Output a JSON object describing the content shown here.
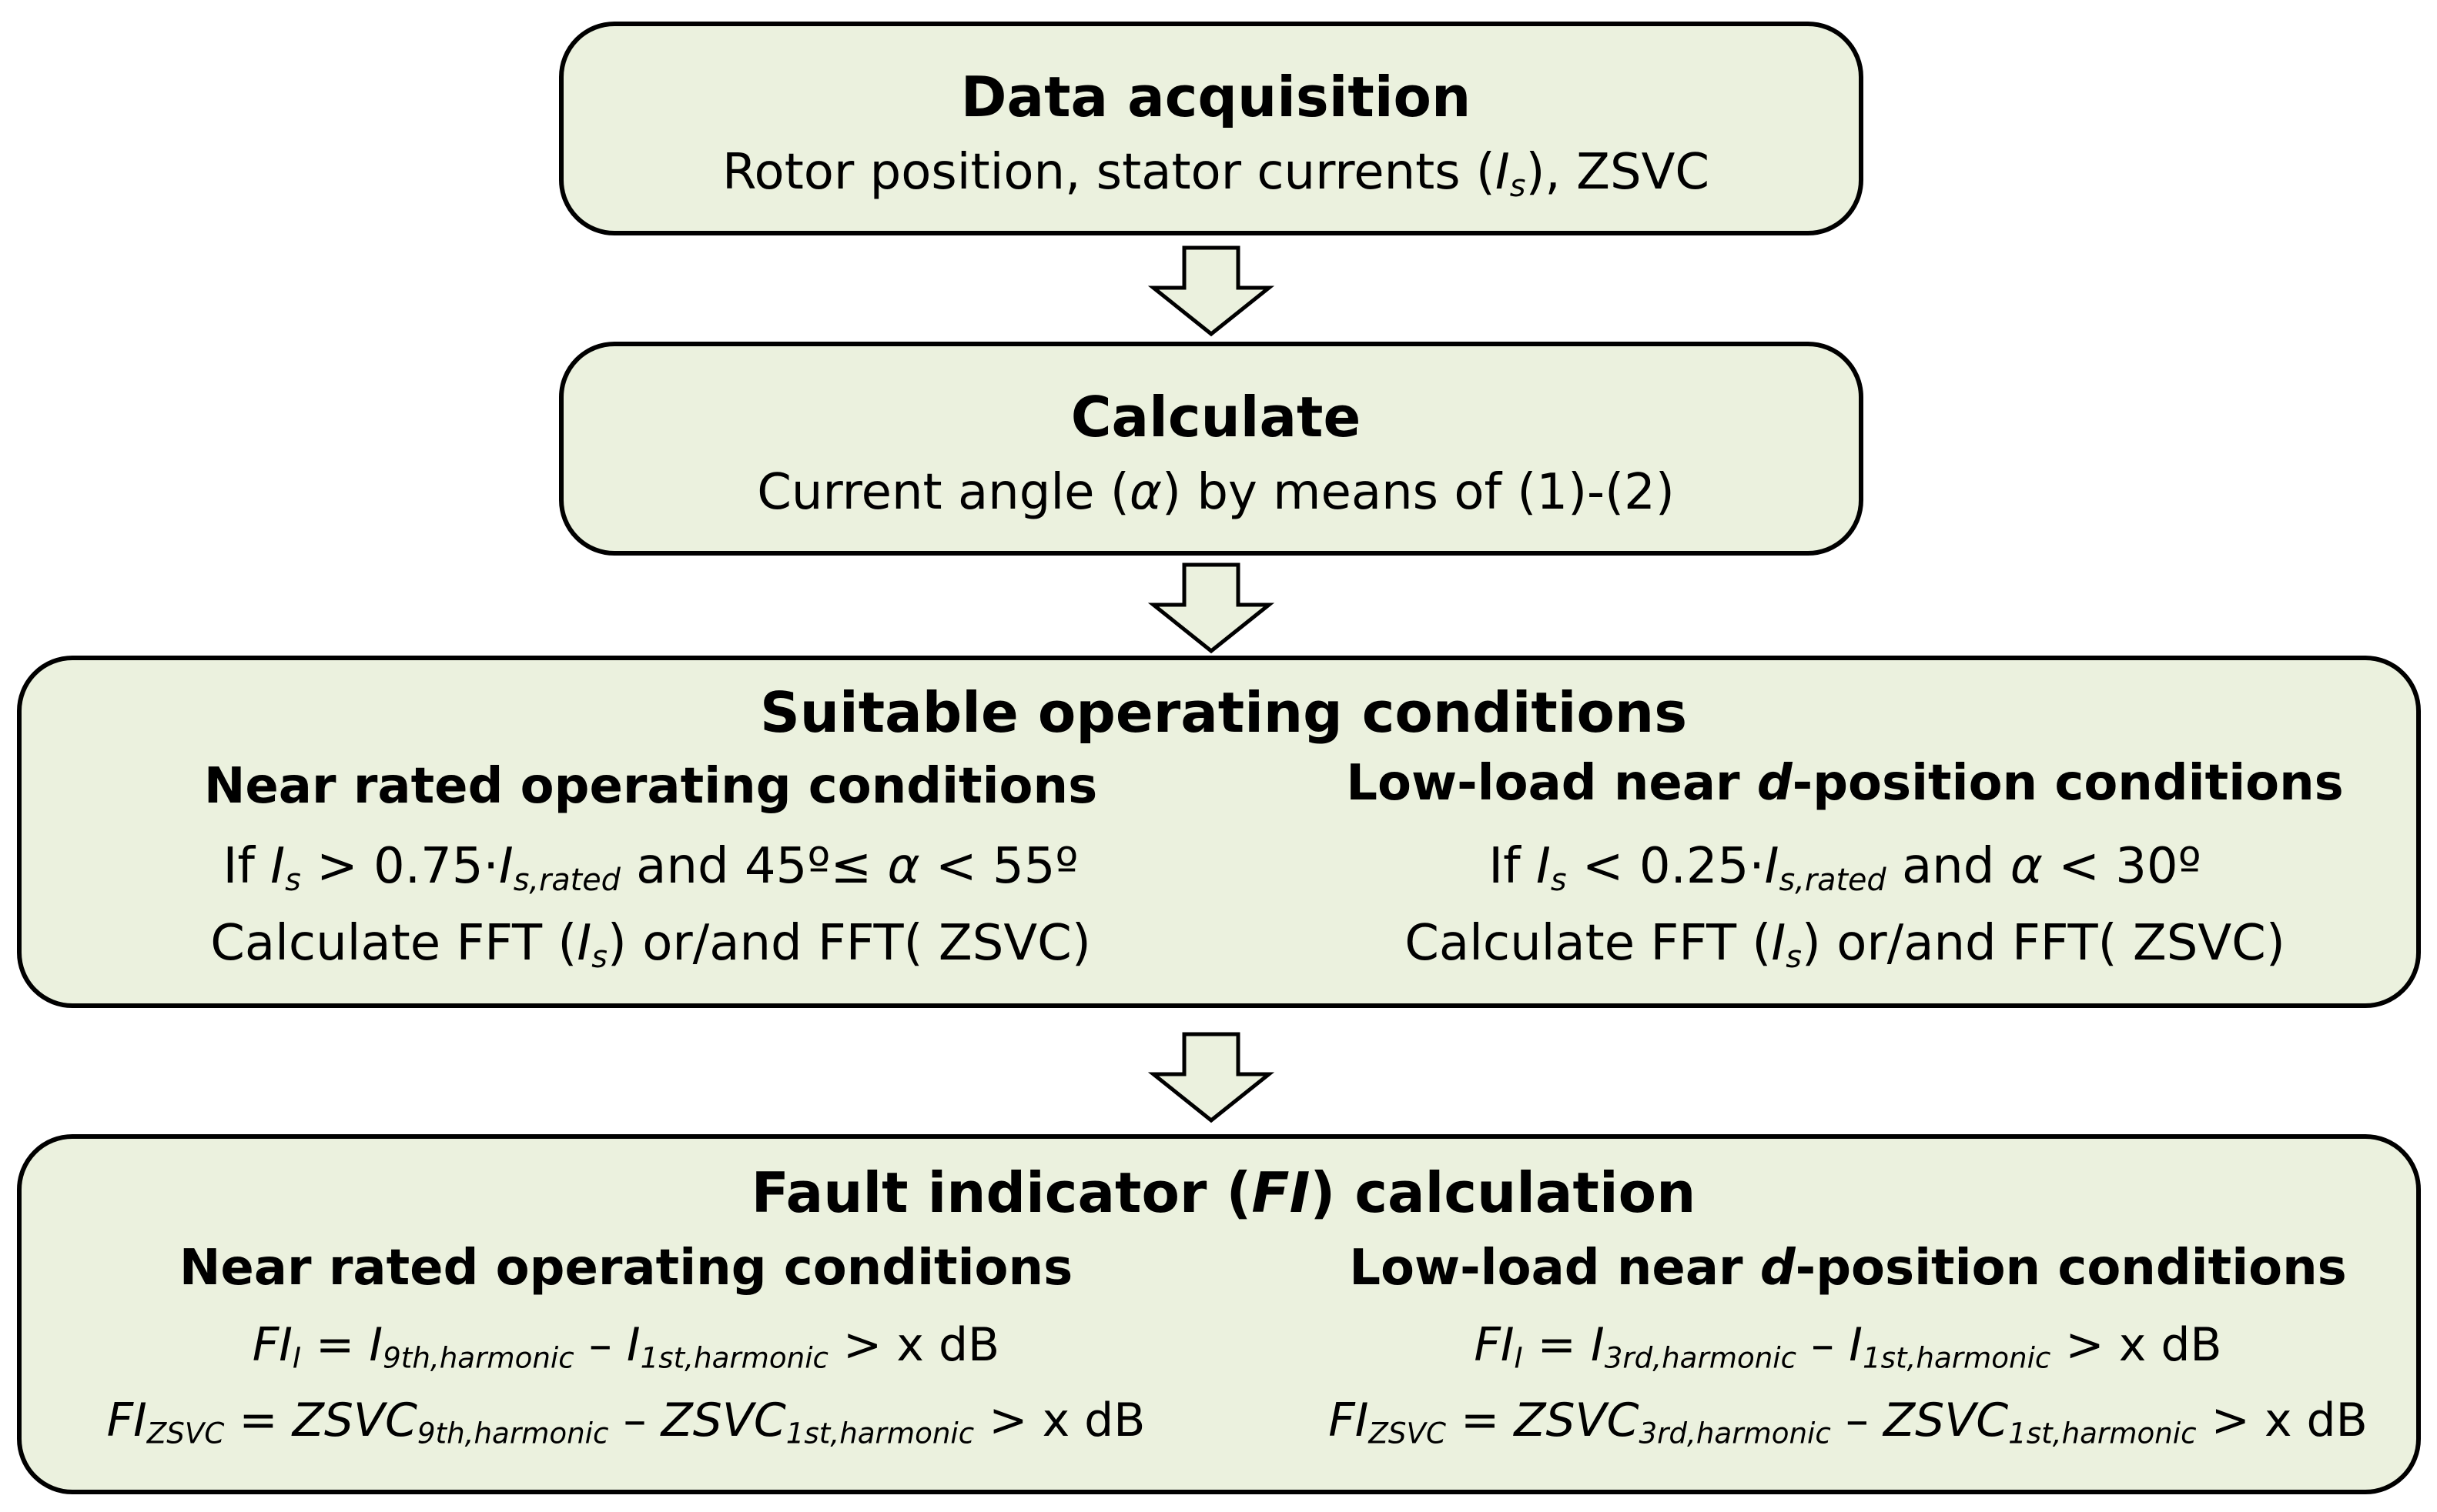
{
  "box1": {
    "title": "Data acquisition",
    "line_a": "Rotor position, stator currents (",
    "var_is": "I",
    "var_is_sub": "s",
    "line_b": "), ZSVC"
  },
  "box2": {
    "title": "Calculate",
    "line_a": "Current angle (",
    "alpha": "α",
    "line_b": ") by means of (1)-(2)"
  },
  "box3": {
    "title": "Suitable operating conditions",
    "left": {
      "heading": "Near rated operating conditions",
      "cond_if": "If ",
      "cond_is": "I",
      "cond_is_sub": "s",
      "cond_gt": " > 0.75·",
      "cond_rated": "I",
      "cond_rated_sub": "s,rated",
      "cond_and": " and  45º≤ ",
      "cond_alpha": "α",
      "cond_end": " < 55º",
      "fft_a": "Calculate FFT (",
      "fft_is": "I",
      "fft_is_sub": "s",
      "fft_b": ") or/and FFT( ZSVC)"
    },
    "right": {
      "heading_a": "Low-load near ",
      "heading_d": "d",
      "heading_b": "-position conditions",
      "cond_if": "If ",
      "cond_is": "I",
      "cond_is_sub": "s",
      "cond_lt": " < 0.25·",
      "cond_rated": "I",
      "cond_rated_sub": "s,rated",
      "cond_and": " and  ",
      "cond_alpha": "α",
      "cond_end": " < 30º",
      "fft_a": "Calculate FFT (",
      "fft_is": "I",
      "fft_is_sub": "s",
      "fft_b": ") or/and FFT( ZSVC)"
    }
  },
  "box4": {
    "title_a": "Fault indicator (",
    "title_fi": "FI",
    "title_b": ") calculation",
    "left": {
      "heading": "Near rated operating conditions",
      "eq1_fi": "FI",
      "eq1_fi_sub": "I",
      "eq1_eq": " = ",
      "eq1_i": "I",
      "eq1_i_sub": "9th,harmonic",
      "eq1_minus": " – ",
      "eq1_i2": "I",
      "eq1_i2_sub": "1st,harmonic",
      "eq1_tail": " > x dB",
      "eq2_fi": "FI",
      "eq2_fi_sub": "ZSVC",
      "eq2_eq": " = ",
      "eq2_z": "ZSVC",
      "eq2_z_sub": "9th,harmonic",
      "eq2_minus": " – ",
      "eq2_z2": "ZSVC",
      "eq2_z2_sub": "1st,harmonic",
      "eq2_tail": " > x dB"
    },
    "right": {
      "heading_a": "Low-load near ",
      "heading_d": "d",
      "heading_b": "-position conditions",
      "eq1_fi": "FI",
      "eq1_fi_sub": "I",
      "eq1_eq": " = ",
      "eq1_i": "I",
      "eq1_i_sub": "3rd,harmonic",
      "eq1_minus": " – ",
      "eq1_i2": "I",
      "eq1_i2_sub": "1st,harmonic",
      "eq1_tail": " > x dB",
      "eq2_fi": "FI",
      "eq2_fi_sub": "ZSVC",
      "eq2_eq": " = ",
      "eq2_z": "ZSVC",
      "eq2_z_sub": "3rd,harmonic",
      "eq2_minus": " – ",
      "eq2_z2": "ZSVC",
      "eq2_z2_sub": "1st,harmonic",
      "eq2_tail": " > x dB"
    }
  },
  "colors": {
    "box_fill": "#ebf1de",
    "stroke": "#000000"
  }
}
